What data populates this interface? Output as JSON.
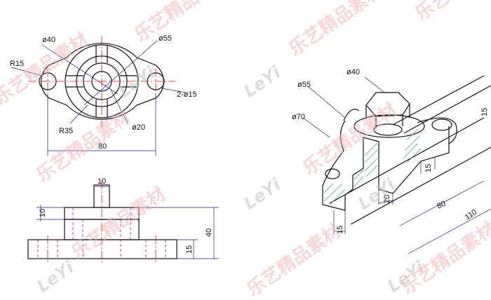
{
  "top_view": {
    "d40": "ø40",
    "d55": "ø55",
    "r15": "R15",
    "holes": "2-ø15",
    "r35": "R35",
    "d20": "ø20",
    "len80": "80"
  },
  "front_view": {
    "w10": "10",
    "h10": "10",
    "h40": "40",
    "h15": "15"
  },
  "iso_view": {
    "d40": "ø40",
    "d55": "ø55",
    "d70": "ø70",
    "d15": "15",
    "d20": "20",
    "d80": "80",
    "d110": "110",
    "d15b": "15",
    "d15c": "15"
  },
  "watermark": {
    "cn": "乐艺精品素材",
    "brand": "LeYi"
  },
  "colors": {
    "outline": "#111111",
    "centerline": "#e0141e",
    "hidden": "#c000c0",
    "dimension": "#1a1a8c",
    "hatch": "#3a9aa0"
  }
}
